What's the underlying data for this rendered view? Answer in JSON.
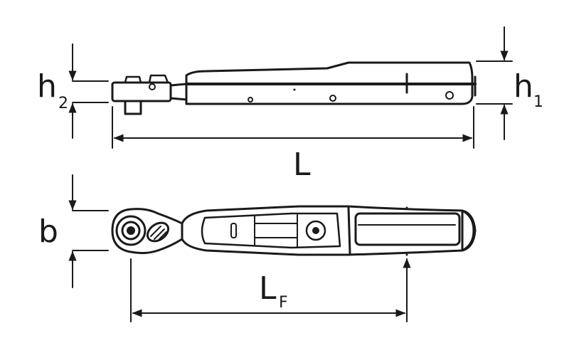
{
  "labels": {
    "h2_main": "h",
    "h2_sub": "2",
    "h1_main": "h",
    "h1_sub": "1",
    "L": "L",
    "b": "b",
    "LF_main": "L",
    "LF_sub": "F"
  },
  "colors": {
    "ink": "#1a1a1a",
    "paper": "#ffffff"
  },
  "icons": {
    "arrow_head": "filled-triangle"
  }
}
